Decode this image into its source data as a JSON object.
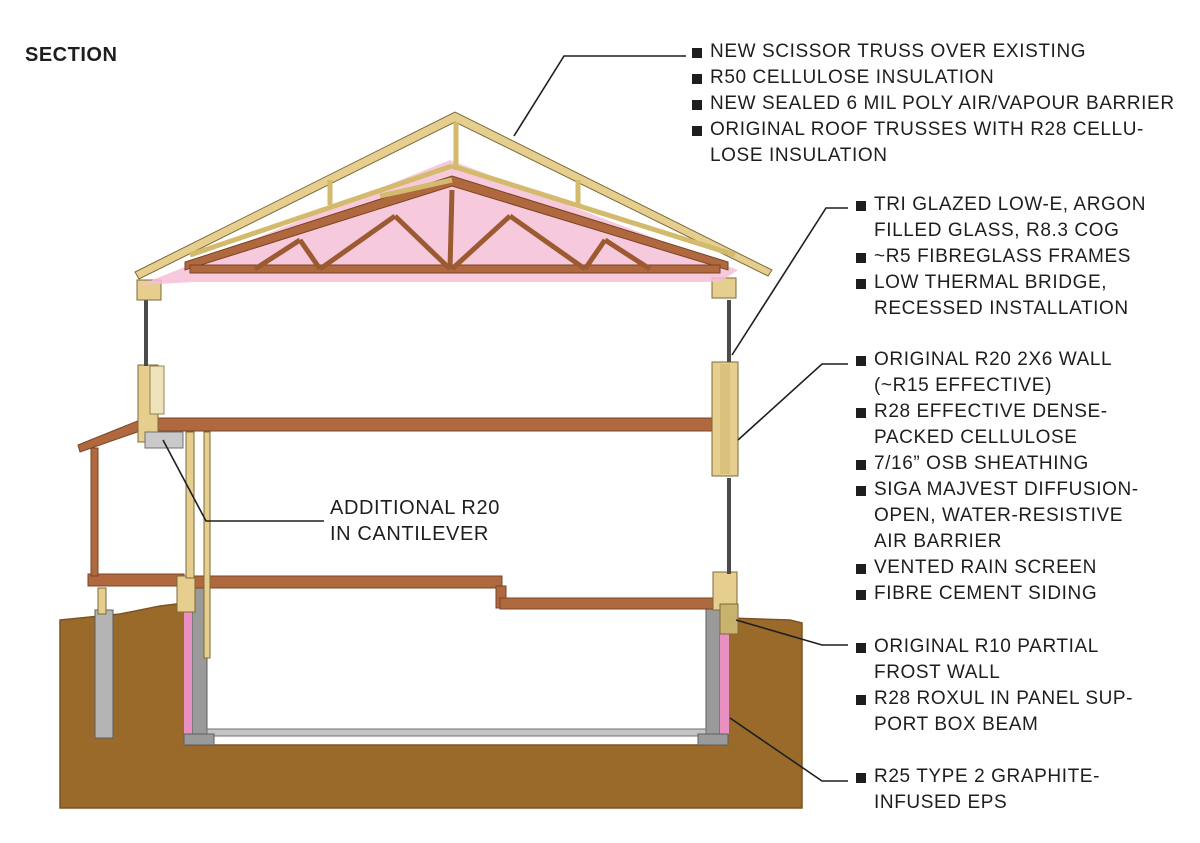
{
  "title": "SECTION",
  "callouts": {
    "roof": [
      [
        "NEW SCISSOR TRUSS OVER EXISTING"
      ],
      [
        "R50 CELLULOSE INSULATION"
      ],
      [
        "NEW SEALED 6 MIL POLY AIR/VAPOUR BARRIER"
      ],
      [
        "ORIGINAL ROOF TRUSSES WITH R28 CELLU-",
        "LOSE INSULATION"
      ]
    ],
    "window": [
      [
        "TRI GLAZED LOW-E, ARGON",
        "FILLED GLASS, R8.3 COG"
      ],
      [
        "~R5 FIBREGLASS FRAMES"
      ],
      [
        "LOW THERMAL BRIDGE,",
        "RECESSED INSTALLATION"
      ]
    ],
    "wall": [
      [
        "ORIGINAL R20 2X6 WALL",
        "(~R15 EFFECTIVE)"
      ],
      [
        "R28 EFFECTIVE DENSE-",
        "PACKED CELLULOSE"
      ],
      [
        "7/16” OSB SHEATHING"
      ],
      [
        "SIGA MAJVEST DIFFUSION-",
        "OPEN, WATER-RESISTIVE",
        "AIR BARRIER"
      ],
      [
        "VENTED RAIN SCREEN"
      ],
      [
        "FIBRE CEMENT SIDING"
      ]
    ],
    "frost_wall": [
      [
        "ORIGINAL R10 PARTIAL",
        "FROST WALL"
      ],
      [
        "R28 ROXUL IN PANEL SUP-",
        "PORT BOX BEAM"
      ]
    ],
    "eps": [
      [
        "R25 TYPE 2 GRAPHITE-",
        "INFUSED EPS"
      ]
    ],
    "cantilever": [
      "ADDITIONAL R20",
      "IN CANTILEVER"
    ]
  },
  "colors": {
    "soil": "#9a6a2a",
    "soil_edge": "#7c5320",
    "timber": "#e6cf8e",
    "timber_edge": "#7d6a3a",
    "joist": "#b0683e",
    "joist_edge": "#7a4426",
    "insulation": "#f4bfd6",
    "concrete": "#9a9a9a",
    "concrete_light": "#c4c4c4",
    "leader": "#1e1e1e"
  }
}
